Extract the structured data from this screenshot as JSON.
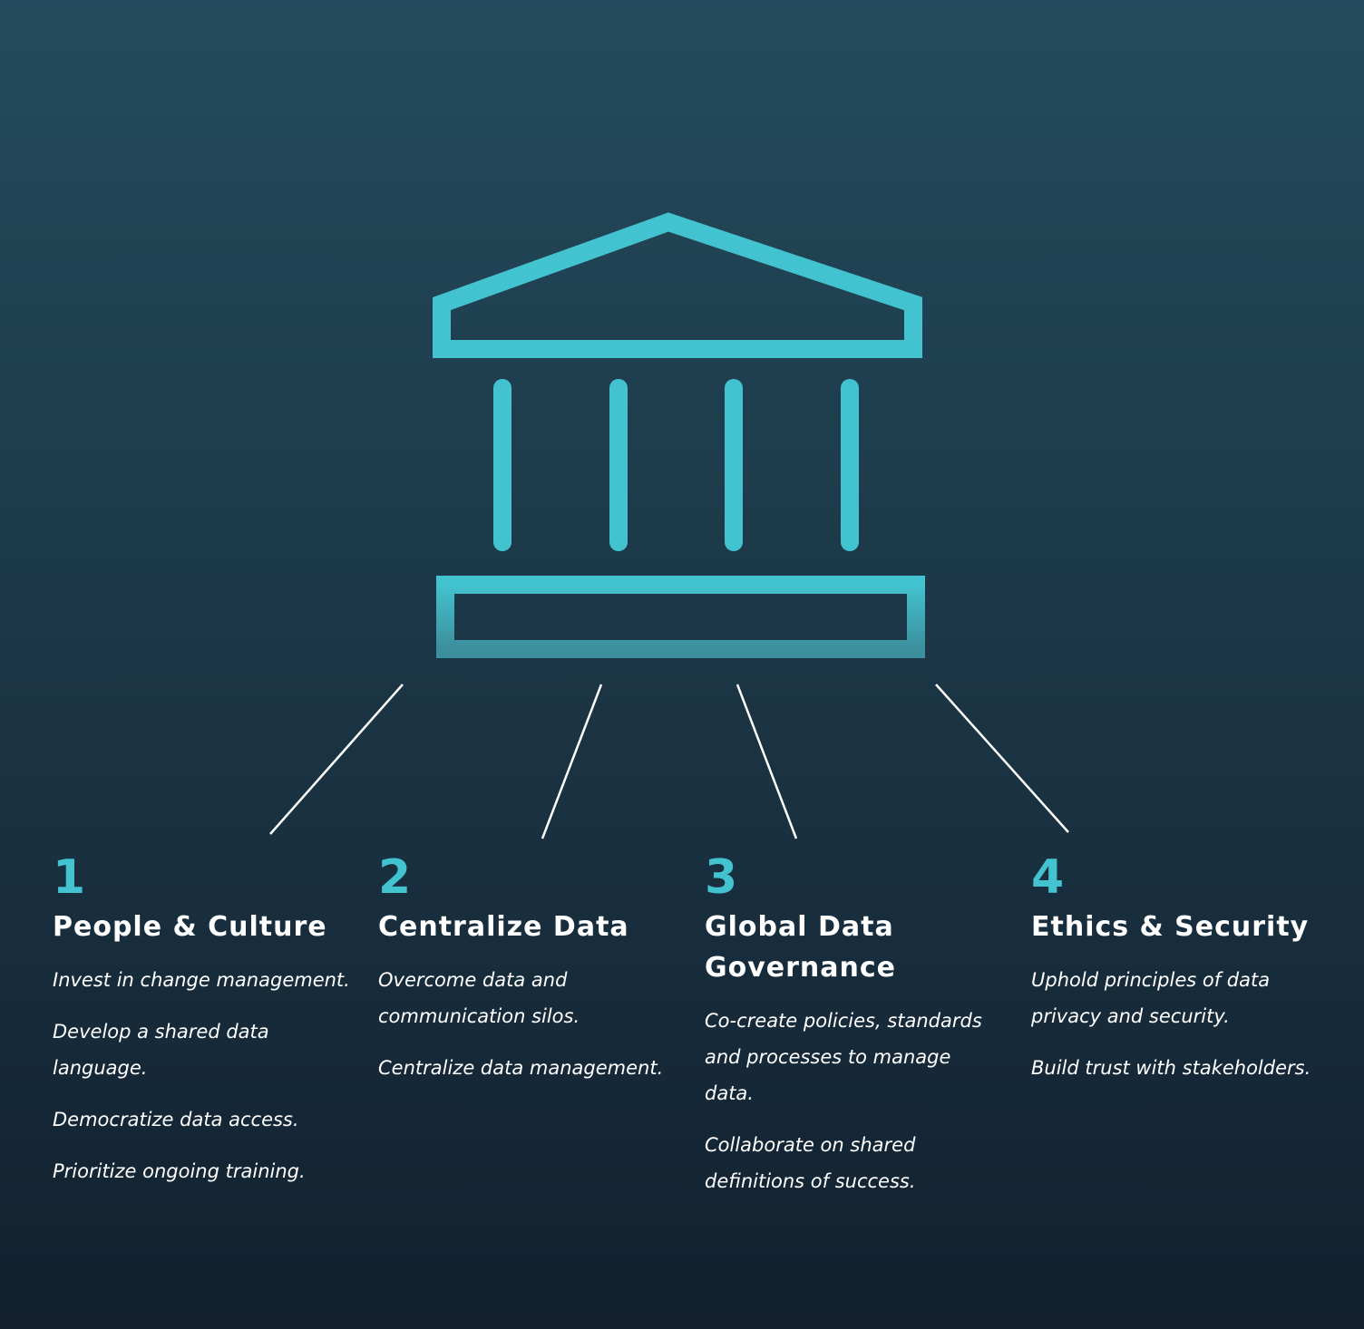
{
  "colors": {
    "icon_accent": "#42c3cf",
    "number_accent": "#42c3cf",
    "connector_line": "#ffffff",
    "background_top": "#244b5d",
    "background_bottom": "#12202f"
  },
  "icon": "temple-icon",
  "pillars": [
    {
      "number": "1",
      "title": "People & Culture",
      "items": [
        "Invest in change management.",
        "Develop a shared data language.",
        "Democratize data access.",
        "Prioritize ongoing training."
      ]
    },
    {
      "number": "2",
      "title": "Centralize Data",
      "items": [
        "Overcome data and communication silos.",
        "Centralize data management."
      ]
    },
    {
      "number": "3",
      "title": "Global Data Governance",
      "items": [
        "Co-create policies, standards and processes to manage data.",
        "Collaborate on shared definitions of success."
      ]
    },
    {
      "number": "4",
      "title": "Ethics & Security",
      "items": [
        "Uphold principles of data privacy and security.",
        "Build trust with stakeholders."
      ]
    }
  ]
}
